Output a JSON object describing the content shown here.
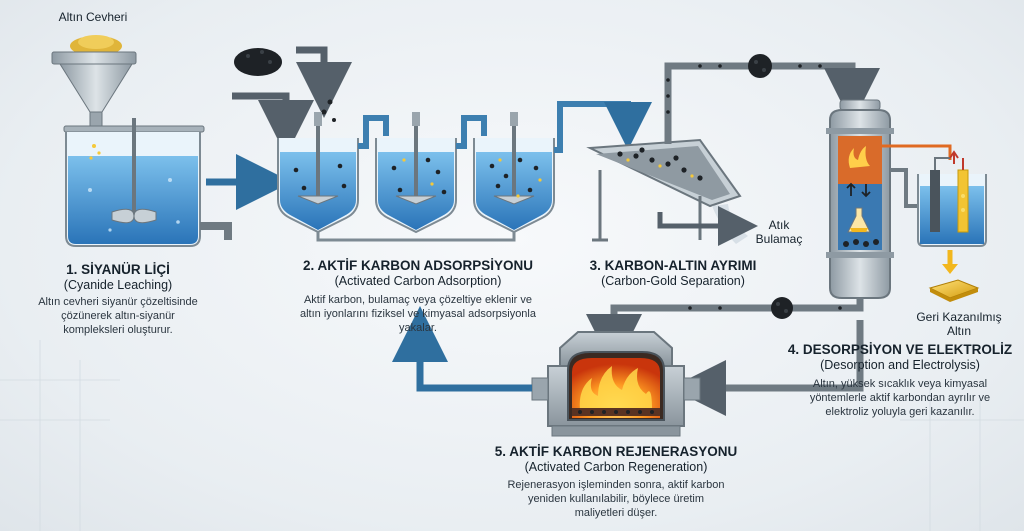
{
  "labels": {
    "ore": "Altın Cevheri",
    "tailings_line1": "Atık",
    "tailings_line2": "Bulamaç",
    "gold_line1": "Geri Kazanılmış",
    "gold_line2": "Altın"
  },
  "steps": [
    {
      "title": "1. SİYANÜR LİÇİ",
      "subtitle": "(Cyanide Leaching)",
      "desc": [
        "Altın cevheri siyanür çözeltisinde",
        "çözünerek altın-siyanür",
        "kompleksleri oluşturur."
      ]
    },
    {
      "title": "2. AKTİF KARBON ADSORPSİYONU",
      "subtitle": "(Activated Carbon Adsorption)",
      "desc": [
        "Aktif karbon, bulamaç veya çözeltiye eklenir ve",
        "altın iyonlarını fiziksel ve kimyasal adsorpsiyonla",
        "yakalar."
      ]
    },
    {
      "title": "3. KARBON-ALTIN AYRIMI",
      "subtitle": "(Carbon-Gold Separation)",
      "desc": []
    },
    {
      "title": "4. DESORPSİYON VE ELEKTROLİZ",
      "subtitle": "(Desorption and Electrolysis)",
      "desc": [
        "Altın, yüksek sıcaklık veya kimyasal",
        "yöntemlerle aktif karbondan ayrılır ve",
        "elektroliz yoluyla geri kazanılır."
      ]
    },
    {
      "title": "5. AKTİF KARBON REJENERASYONU",
      "subtitle": "(Activated Carbon Regeneration)",
      "desc": [
        "Rejenerasyon işleminden sonra, aktif karbon",
        "yeniden kullanılabilir, böylece üretim",
        "maliyetleri düşer."
      ]
    }
  ],
  "colors": {
    "pipe": "#6f7a82",
    "pipe_blue": "#3d7fb0",
    "liquid": "#3b8fd0",
    "steel": "#b9c3ca",
    "fire": "#f27a1a",
    "gold": "#f2b71d",
    "carbon": "#1e2226"
  }
}
